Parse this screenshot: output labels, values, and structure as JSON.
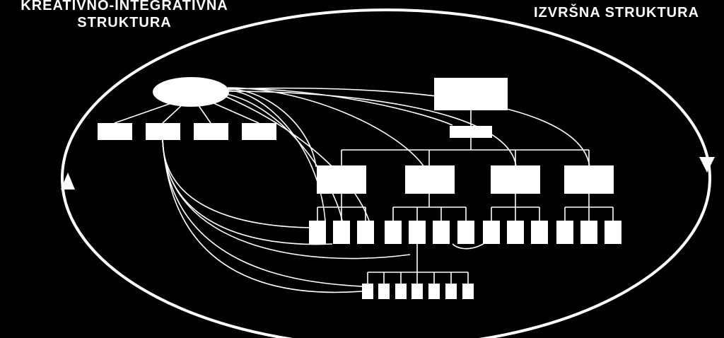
{
  "labels": {
    "creative_line1": "KREATIVNO-INTEGRATIVNA",
    "creative_line2": "STRUKTURA",
    "executive": "IZVRŠNA STRUKTURA"
  },
  "colors": {
    "background": "#000000",
    "foreground": "#ffffff"
  }
}
